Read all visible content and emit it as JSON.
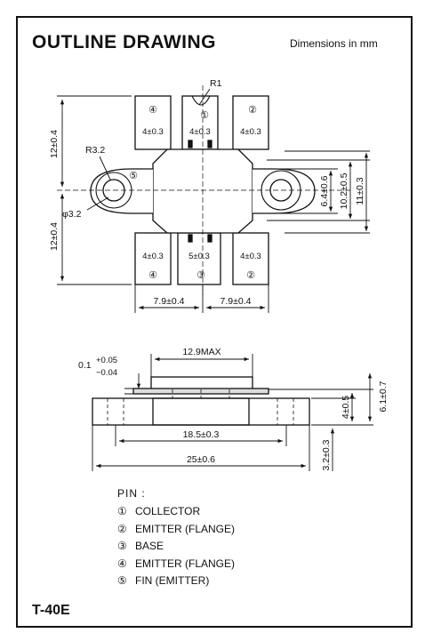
{
  "header": {
    "title": "OUTLINE DRAWING",
    "units": "Dimensions in mm"
  },
  "top_view": {
    "pin_numbers": [
      "④",
      "①",
      "②",
      "⑤",
      "④",
      "③",
      "②"
    ],
    "labels": {
      "r1": "R1",
      "r32": "R3.2",
      "phi": "φ3.2",
      "lead_top_left": "4±0.3",
      "lead_top_center": "4±0.3",
      "lead_top_right": "4±0.3",
      "lead_bot_left": "4±0.3",
      "lead_bot_center": "5±0.3",
      "lead_bot_right": "4±0.3",
      "half_height_top": "12±0.4",
      "half_height_bottom": "12±0.4",
      "dim_64": "6.4±0.6",
      "dim_102": "10.2±0.5",
      "dim_11": "11±0.3",
      "dim_79_left": "7.9±0.4",
      "dim_79_right": "7.9±0.4"
    }
  },
  "side_view": {
    "labels": {
      "max_width": "12.9MAX",
      "thick_main": "0.1",
      "thick_plus": "+0.05",
      "thick_minus": "−0.04",
      "dim_185": "18.5±0.3",
      "dim_25": "25±0.6",
      "dim_4": "4±0.5",
      "dim_61": "6.1±0.7",
      "dim_32": "3.2±0.3"
    }
  },
  "pins": {
    "heading": "PIN :",
    "items": [
      {
        "num": "①",
        "label": "COLLECTOR"
      },
      {
        "num": "②",
        "label": "EMITTER (FLANGE)"
      },
      {
        "num": "③",
        "label": "BASE"
      },
      {
        "num": "④",
        "label": "EMITTER (FLANGE)"
      },
      {
        "num": "⑤",
        "label": "FIN (EMITTER)"
      }
    ]
  },
  "package_code": "T-40E"
}
